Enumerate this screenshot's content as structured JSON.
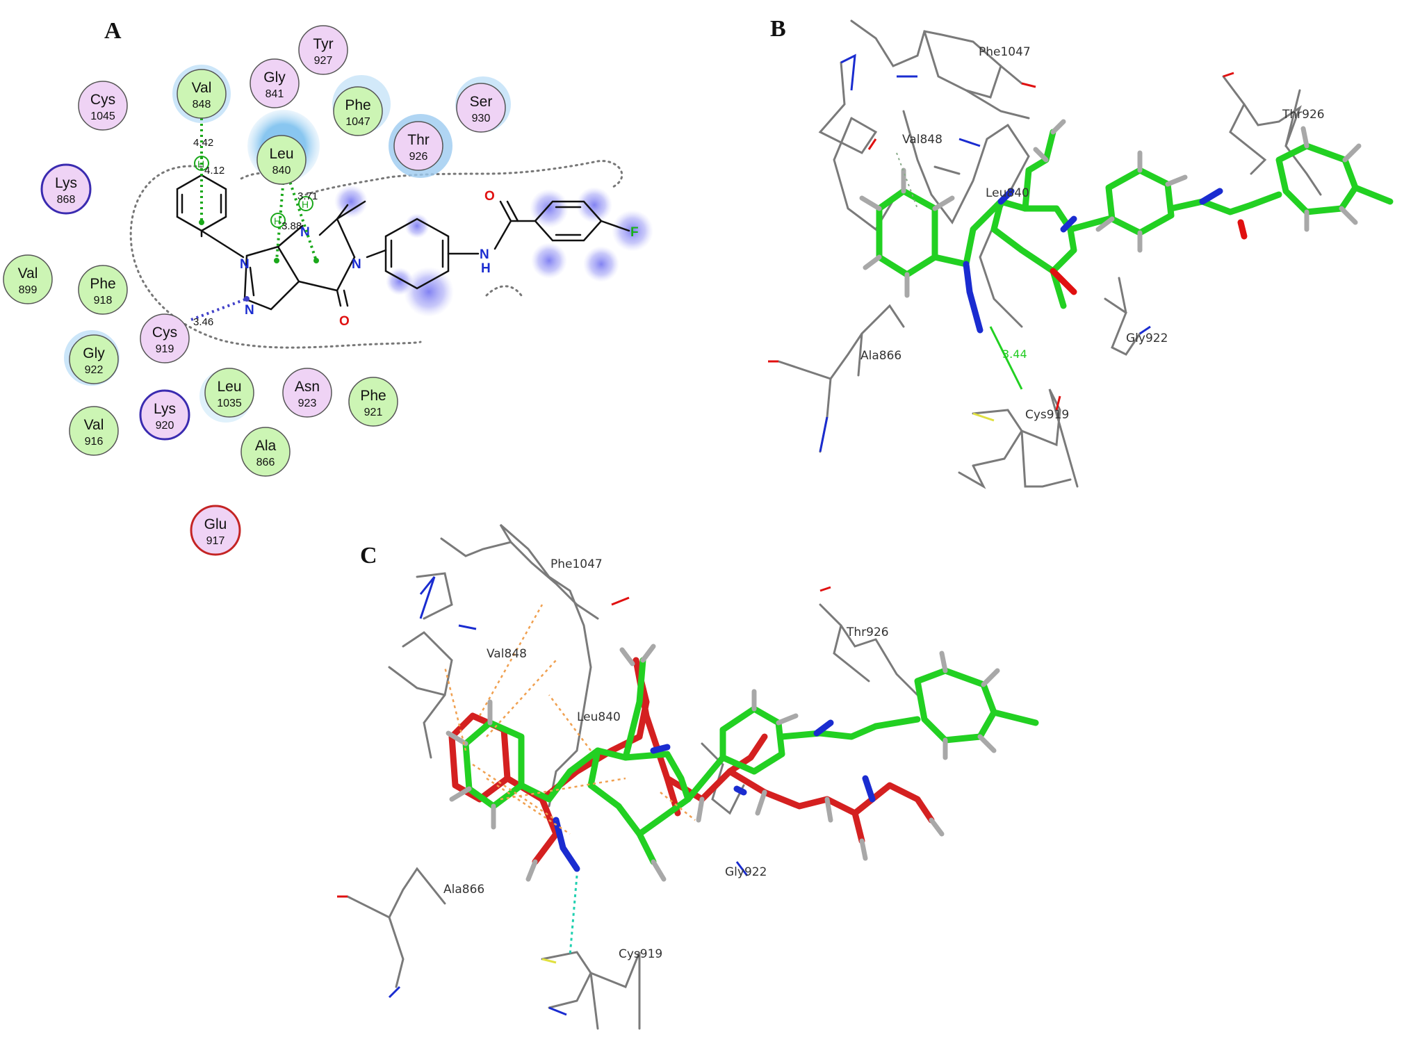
{
  "panels": {
    "a": "A",
    "b": "B",
    "c": "C"
  },
  "colors": {
    "hydrophobic_residue": "#ccf5b4",
    "polar_residue": "#efd3f5",
    "charged_positive": "#3a2bb0",
    "charged_negative": "#c42424",
    "ligand_carbon_green": "#22d022",
    "ligand_carbon_red": "#d42020",
    "nitrogen": "#1a2cd0",
    "oxygen": "#e01010",
    "pi_interaction": "#1aa81a",
    "hbond_interaction": "#4040c8",
    "hbond_3d": "#20d0b0",
    "hydrophobic_3d": "#f0a050"
  },
  "panel_a": {
    "residues": [
      {
        "name": "Tyr",
        "num": "927",
        "type": "polar"
      },
      {
        "name": "Gly",
        "num": "841",
        "type": "polar"
      },
      {
        "name": "Val",
        "num": "848",
        "type": "hydrophobic"
      },
      {
        "name": "Cys",
        "num": "1045",
        "type": "polar"
      },
      {
        "name": "Phe",
        "num": "1047",
        "type": "hydrophobic"
      },
      {
        "name": "Ser",
        "num": "930",
        "type": "polar"
      },
      {
        "name": "Leu",
        "num": "840",
        "type": "hydrophobic"
      },
      {
        "name": "Thr",
        "num": "926",
        "type": "polar"
      },
      {
        "name": "Lys",
        "num": "868",
        "type": "positive"
      },
      {
        "name": "Val",
        "num": "899",
        "type": "hydrophobic"
      },
      {
        "name": "Phe",
        "num": "918",
        "type": "hydrophobic"
      },
      {
        "name": "Cys",
        "num": "919",
        "type": "polar"
      },
      {
        "name": "Gly",
        "num": "922",
        "type": "hydrophobic"
      },
      {
        "name": "Leu",
        "num": "1035",
        "type": "hydrophobic"
      },
      {
        "name": "Asn",
        "num": "923",
        "type": "polar"
      },
      {
        "name": "Phe",
        "num": "921",
        "type": "hydrophobic"
      },
      {
        "name": "Val",
        "num": "916",
        "type": "hydrophobic"
      },
      {
        "name": "Lys",
        "num": "920",
        "type": "positive"
      },
      {
        "name": "Ala",
        "num": "866",
        "type": "hydrophobic"
      },
      {
        "name": "Glu",
        "num": "917",
        "type": "negative"
      }
    ],
    "distances": [
      "4.42",
      "4.12",
      "3.71",
      "3.88",
      "3.46"
    ],
    "atoms": {
      "n1": "N",
      "n2": "N",
      "n3": "N",
      "n4": "N",
      "o1": "O",
      "o2": "O",
      "nh": "N",
      "h": "H",
      "f": "F"
    }
  },
  "panel_b": {
    "labels": [
      "Phe1047",
      "Thr926",
      "Val848",
      "Leu840",
      "Ala866",
      "Gly922",
      "Cys919"
    ],
    "hbond_distance": "3.44"
  },
  "panel_c": {
    "labels": [
      "Phe1047",
      "Thr926",
      "Val848",
      "Leu840",
      "Gly922",
      "Ala866",
      "Cys919"
    ]
  }
}
